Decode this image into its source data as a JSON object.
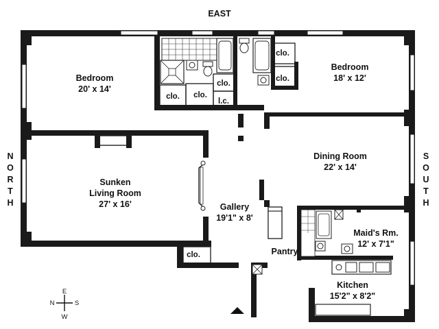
{
  "orientation": {
    "top": "EAST",
    "left": "NORTH",
    "right": "SOUTH"
  },
  "compass": {
    "n": "N",
    "s": "S",
    "e": "E",
    "w": "W"
  },
  "rooms": {
    "bedroom_north": {
      "name": "Bedroom",
      "size": "20' x 14'"
    },
    "bedroom_south": {
      "name": "Bedroom",
      "size": "18' x 12'"
    },
    "living": {
      "name1": "Sunken",
      "name2": "Living Room",
      "size": "27' x 16'"
    },
    "dining": {
      "name": "Dining Room",
      "size": "22' x 14'"
    },
    "gallery": {
      "name": "Gallery",
      "size": "19'1\" x 8'"
    },
    "maids": {
      "name": "Maid's Rm.",
      "size": "12' x 7'1\""
    },
    "kitchen": {
      "name": "Kitchen",
      "size": "15'2\" x 8'2\""
    },
    "pantry": {
      "name": "Pantry"
    }
  },
  "closets": {
    "clo_1": "clo.",
    "clo_2": "clo.",
    "clo_3": "clo.",
    "clo_4": "clo.",
    "clo_5": "clo.",
    "clo_6": "clo.",
    "lc": "l.c."
  }
}
